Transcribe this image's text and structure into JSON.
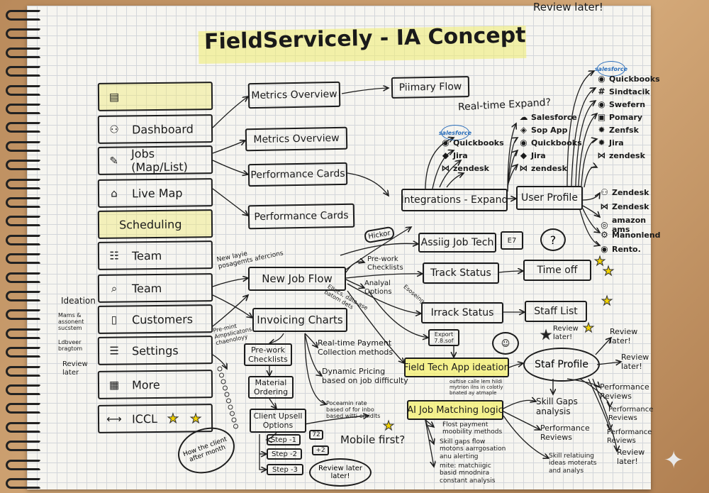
{
  "title": "FieldServicely - IA Concept",
  "corner_note": "Review later!",
  "sidebar": [
    {
      "icon": "card-icon",
      "label": ""
    },
    {
      "icon": "users-icon",
      "label": "Dashboard"
    },
    {
      "icon": "wrench-icon",
      "label": "Jobs (Map/List)"
    },
    {
      "icon": "map-icon",
      "label": "Live Map"
    },
    {
      "icon": "",
      "label": "Scheduling"
    },
    {
      "icon": "team-icon",
      "label": "Team"
    },
    {
      "icon": "search-icon",
      "label": "Team"
    },
    {
      "icon": "clipboard-icon",
      "label": "Customers"
    },
    {
      "icon": "sliders-icon",
      "label": "Settings"
    },
    {
      "icon": "calendar-icon",
      "label": "More"
    },
    {
      "icon": "arrow-icon",
      "label": "ICCL"
    }
  ],
  "ideation": {
    "title": "Ideation",
    "items": [
      "Mams &\nassonent\nsucstem",
      "Ldbveer\nbragtom",
      "Review\nlater"
    ]
  },
  "mid_boxes": {
    "metrics1": "Metrics Overview",
    "metrics2": "Metrics Overview",
    "perf1": "Performance Cards",
    "perf2": "Performance Cards",
    "primary": "Piimary Flow"
  },
  "realtime": "Real-time Expand?",
  "integrations": "Integrations - Expand",
  "user_profile": "User Profile",
  "logos_left": [
    "salesforce",
    "Quickbooks",
    "Jira",
    "zendesk"
  ],
  "logos_mid": [
    "Salesforce",
    "Sop App",
    "Quickbooks",
    "Jira",
    "zendesk"
  ],
  "logos_right": [
    "salesforce",
    "Quickbooks",
    "Sindtacik",
    "Swefern",
    "Pomary",
    "Zenfsk",
    "Jira",
    "zendesk"
  ],
  "logos_profile": [
    "Zendesk",
    "Zendesk",
    "amazon\nams",
    "Manonlend",
    "Rento."
  ],
  "notes": {
    "new_layer": "New layie\nposagemts afercions",
    "hickor": "Hickor",
    "new_job": "New Job Flow",
    "prework_ck": "Pre-work\nChecklists",
    "analyal": "Analyal\nOptions",
    "assign": "Assiig Job Tech",
    "qmark": "?",
    "track": "Track Status",
    "timeoff": "Time off",
    "irrack": "Irrack Status",
    "staff_list": "Staff List",
    "invoicing": "Invoicing Charts",
    "eltecs": "Eltecs, data-ase\nbatom dets",
    "pre_mint": "Pre-mint\nAmpslicatons\nchaenoloyy",
    "prework2": "Pre-work\nChecklists",
    "realtime_pay": "Real-time Payment\nCollection methods",
    "export": "Export\n7.8.sof",
    "review_later_a": "Review\nlater!",
    "staf_profile": "Staf Profile",
    "review_later_b": "Review\nlater!",
    "review_later_c": "Review\nlater!",
    "field_tech": "Field Tech App ideation",
    "material": "Material\nOrdering",
    "dynamic": "Dynamic Pricing\nbased on job difficulty",
    "field_note": "ouftise calle lem hildi\nmytrion ilns in colotly\nbnated ay atmaple",
    "ai_job": "AI Job Matching logic",
    "poceamin": "Poceamin rate\nbased of for inbo\nbased witti-emidlts",
    "client_upsell": "Client Upsell\nOptions",
    "step1": "Step -1",
    "step2": "Step -2",
    "step3": "Step -3",
    "mobile": "Mobile first?",
    "review_bubble": "Review later\nlater!",
    "client_month": "How the client\nafter month",
    "flost": "Flost payment\nmoobility methods",
    "skill_flow": "Skill gaps flow\nmotons aarrgosation\nanu alerting",
    "mite": "mite: matchiigic\nbasid mnodnira\nconstant analysis",
    "skill_gaps": "Skill Gaps\nanalysis",
    "perf_rev1": "Performance\nReviews",
    "skill_rel": "Skill relatiuing\nideas moterats\nand analys",
    "perf_rev2": "Performance\nReviews",
    "perf_rev3": "Performance\nReviews",
    "perf_rev4": "Performance\nReviews",
    "review_later_d": "Review\nlater!",
    "esos": "Esoseing",
    "box_a": "72",
    "box_b": "+2",
    "e7": "E7"
  }
}
